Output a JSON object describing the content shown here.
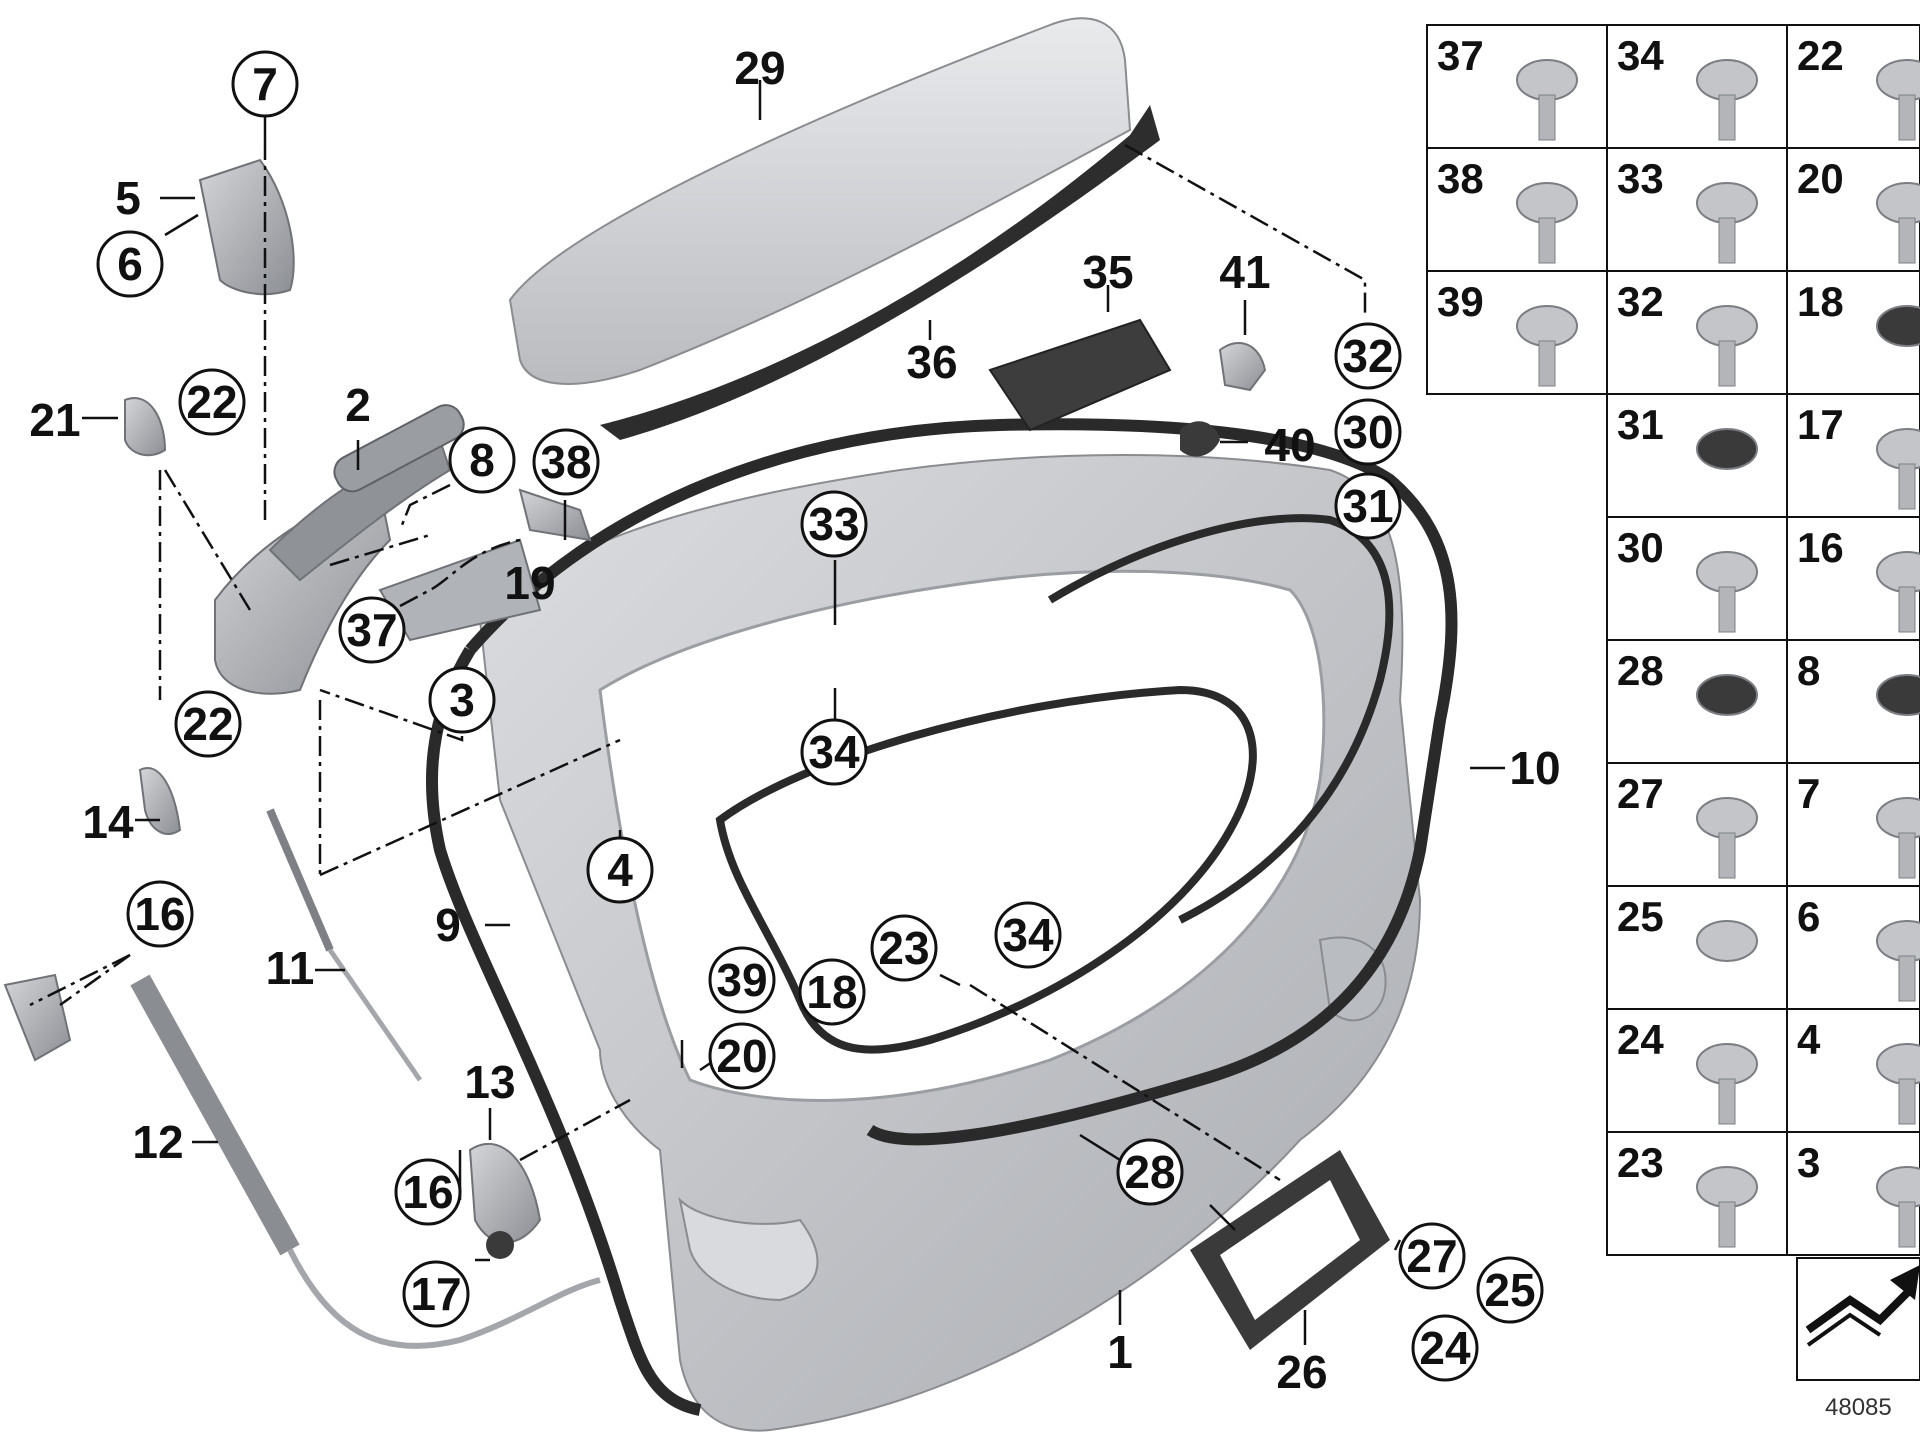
{
  "diagram": {
    "footer_code": "48085",
    "callouts": [
      {
        "id": "29",
        "circled": false
      },
      {
        "id": "7",
        "circled": true
      },
      {
        "id": "5",
        "circled": false
      },
      {
        "id": "6",
        "circled": true
      },
      {
        "id": "35",
        "circled": false
      },
      {
        "id": "41",
        "circled": false
      },
      {
        "id": "32",
        "circled": true
      },
      {
        "id": "36",
        "circled": false
      },
      {
        "id": "21",
        "circled": false
      },
      {
        "id": "22",
        "circled": true
      },
      {
        "id": "2",
        "circled": false
      },
      {
        "id": "8",
        "circled": true
      },
      {
        "id": "38",
        "circled": true
      },
      {
        "id": "30",
        "circled": true
      },
      {
        "id": "40",
        "circled": false
      },
      {
        "id": "31",
        "circled": true
      },
      {
        "id": "33",
        "circled": true
      },
      {
        "id": "19",
        "circled": false
      },
      {
        "id": "37",
        "circled": true
      },
      {
        "id": "3",
        "circled": true
      },
      {
        "id": "22",
        "circled": true
      },
      {
        "id": "34",
        "circled": true
      },
      {
        "id": "10",
        "circled": false
      },
      {
        "id": "14",
        "circled": false
      },
      {
        "id": "4",
        "circled": true
      },
      {
        "id": "16",
        "circled": true
      },
      {
        "id": "9",
        "circled": false
      },
      {
        "id": "11",
        "circled": false
      },
      {
        "id": "23",
        "circled": true
      },
      {
        "id": "34",
        "circled": true
      },
      {
        "id": "39",
        "circled": true
      },
      {
        "id": "18",
        "circled": true
      },
      {
        "id": "20",
        "circled": true
      },
      {
        "id": "13",
        "circled": false
      },
      {
        "id": "12",
        "circled": false
      },
      {
        "id": "28",
        "circled": true
      },
      {
        "id": "16",
        "circled": true
      },
      {
        "id": "27",
        "circled": true
      },
      {
        "id": "25",
        "circled": true
      },
      {
        "id": "17",
        "circled": true
      },
      {
        "id": "1",
        "circled": false
      },
      {
        "id": "26",
        "circled": false
      },
      {
        "id": "24",
        "circled": true
      }
    ],
    "fastener_grid": [
      [
        "37",
        "34",
        "22"
      ],
      [
        "38",
        "33",
        "20"
      ],
      [
        "39",
        "32",
        "18"
      ],
      [
        "",
        "31",
        "17"
      ],
      [
        "",
        "30",
        "16"
      ],
      [
        "",
        "28",
        "8"
      ],
      [
        "",
        "27",
        "7"
      ],
      [
        "",
        "25",
        "6"
      ],
      [
        "",
        "24",
        "4"
      ],
      [
        "",
        "23",
        "3"
      ]
    ],
    "colors": {
      "tailgate": "#c9cbcf",
      "tailgate_shade": "#9c9fa4",
      "seal": "#2a2a2a",
      "spoiler": "#e2e3e5",
      "parts": "#a7a9ad",
      "dark_part": "#3a3a3a",
      "line": "#111111"
    }
  }
}
